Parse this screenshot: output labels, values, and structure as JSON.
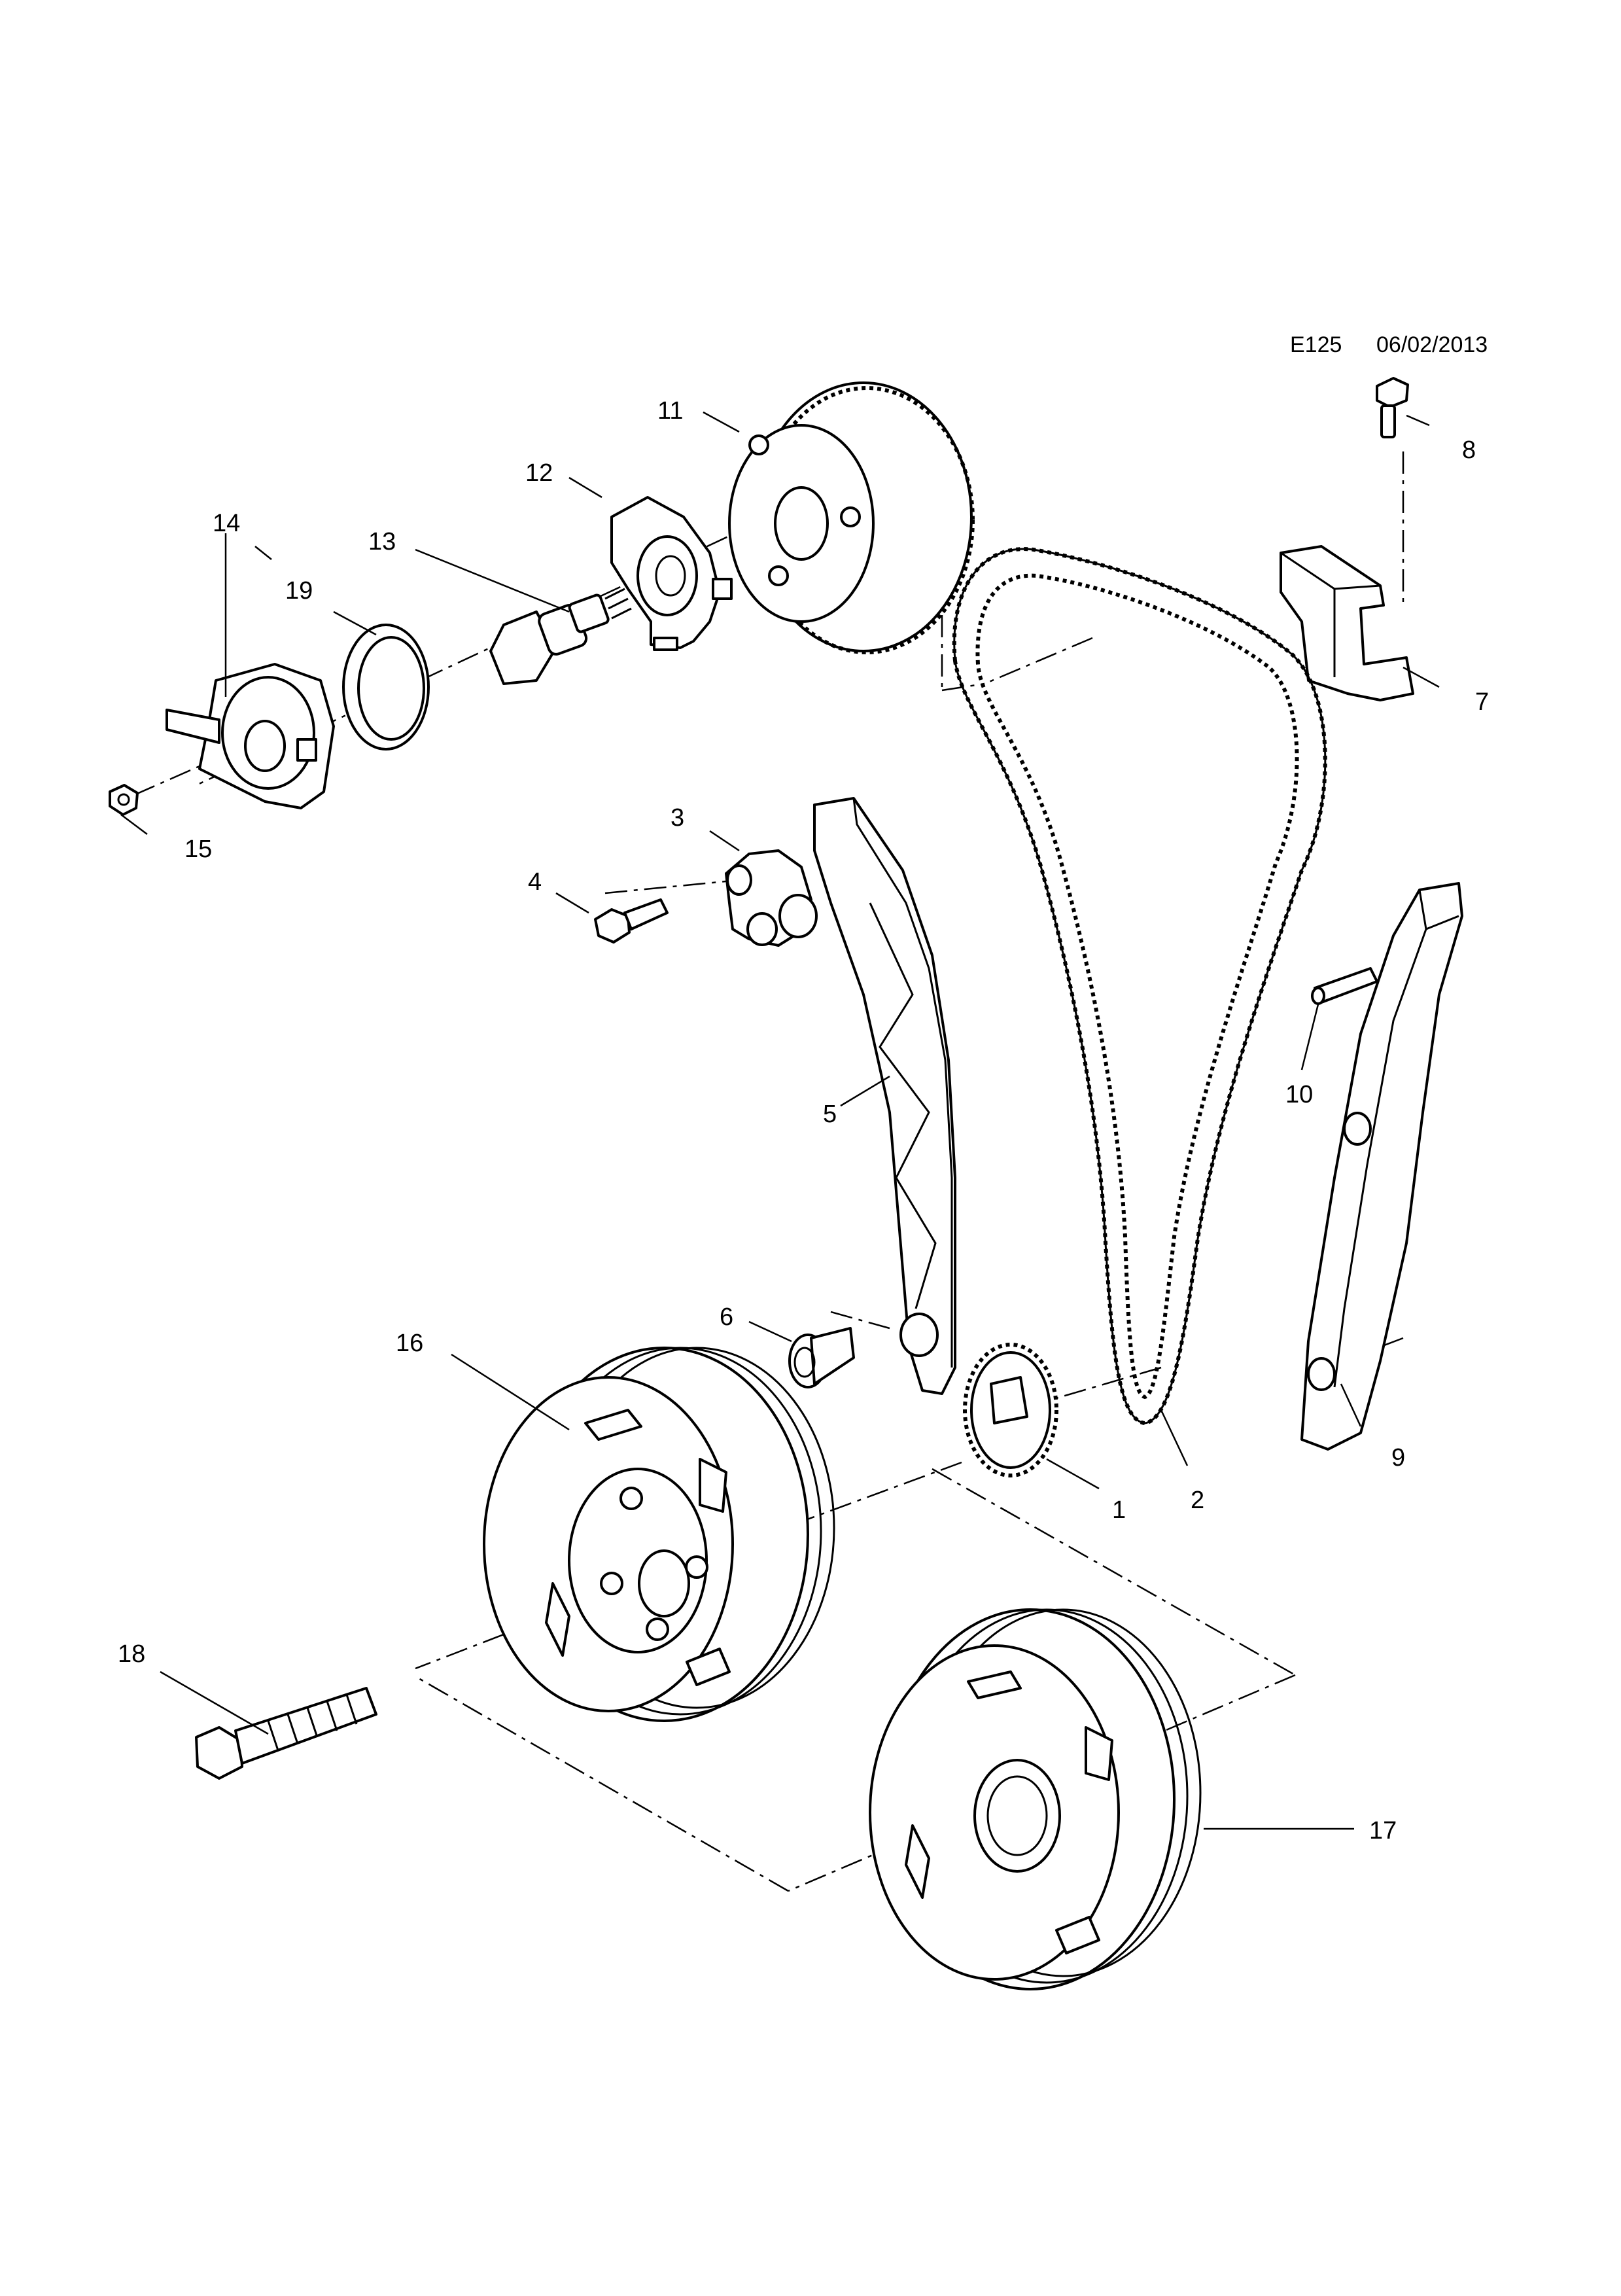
{
  "header": {
    "code": "E125",
    "date": "06/02/2013"
  },
  "callouts": [
    {
      "id": "c1",
      "label": "1"
    },
    {
      "id": "c2",
      "label": "2"
    },
    {
      "id": "c3",
      "label": "3"
    },
    {
      "id": "c4",
      "label": "4"
    },
    {
      "id": "c5",
      "label": "5"
    },
    {
      "id": "c6",
      "label": "6"
    },
    {
      "id": "c7",
      "label": "7"
    },
    {
      "id": "c8",
      "label": "8"
    },
    {
      "id": "c9",
      "label": "9"
    },
    {
      "id": "c10",
      "label": "10"
    },
    {
      "id": "c11",
      "label": "11"
    },
    {
      "id": "c12",
      "label": "12"
    },
    {
      "id": "c13",
      "label": "13"
    },
    {
      "id": "c14",
      "label": "14"
    },
    {
      "id": "c15",
      "label": "15"
    },
    {
      "id": "c16",
      "label": "16"
    },
    {
      "id": "c17",
      "label": "17"
    },
    {
      "id": "c18",
      "label": "18"
    },
    {
      "id": "c19",
      "label": "19"
    }
  ]
}
